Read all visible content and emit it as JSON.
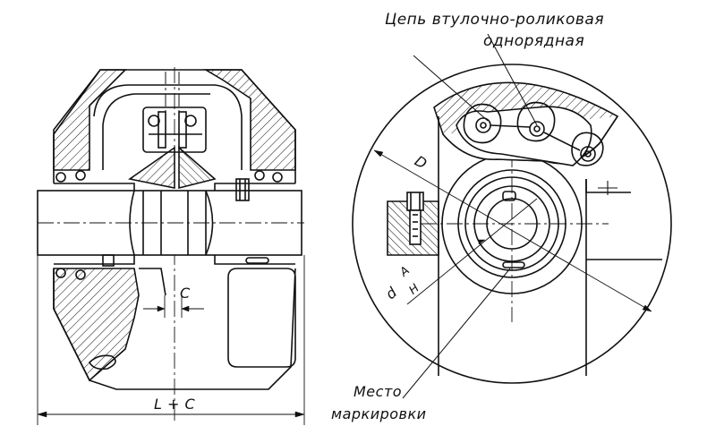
{
  "labels": {
    "chain_line1": "Цепь втулочно-роликовая",
    "chain_line2": "однорядная",
    "marking_line1": "Место",
    "marking_line2": "маркировки",
    "dim_c": "C",
    "dim_lc": "L + C",
    "dim_d_cap": "D",
    "dim_d_small": "d",
    "fit_a": "A",
    "fit_h": "H"
  },
  "colors": {
    "ink": "#111111",
    "paper": "#ffffff"
  }
}
